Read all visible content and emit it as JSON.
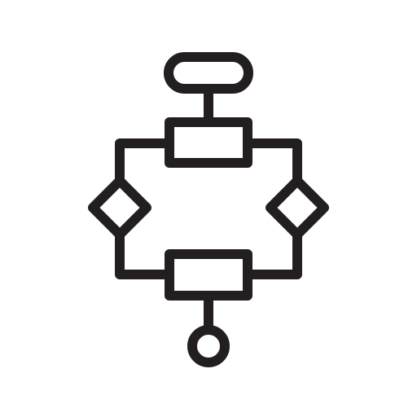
{
  "icon": {
    "name": "flowchart-icon",
    "stroke_color": "#231f20",
    "background_color": "#ffffff"
  },
  "nodes": [
    {
      "id": "start",
      "shape": "rounded-terminal"
    },
    {
      "id": "process-top",
      "shape": "rectangle"
    },
    {
      "id": "decision-left",
      "shape": "diamond"
    },
    {
      "id": "decision-right",
      "shape": "diamond"
    },
    {
      "id": "process-bottom",
      "shape": "rectangle"
    },
    {
      "id": "end",
      "shape": "circle"
    }
  ],
  "edges": [
    {
      "from": "start",
      "to": "process-top"
    },
    {
      "from": "process-top",
      "to": "decision-left"
    },
    {
      "from": "process-top",
      "to": "decision-right"
    },
    {
      "from": "decision-left",
      "to": "process-bottom"
    },
    {
      "from": "decision-right",
      "to": "process-bottom"
    },
    {
      "from": "process-bottom",
      "to": "end"
    }
  ]
}
